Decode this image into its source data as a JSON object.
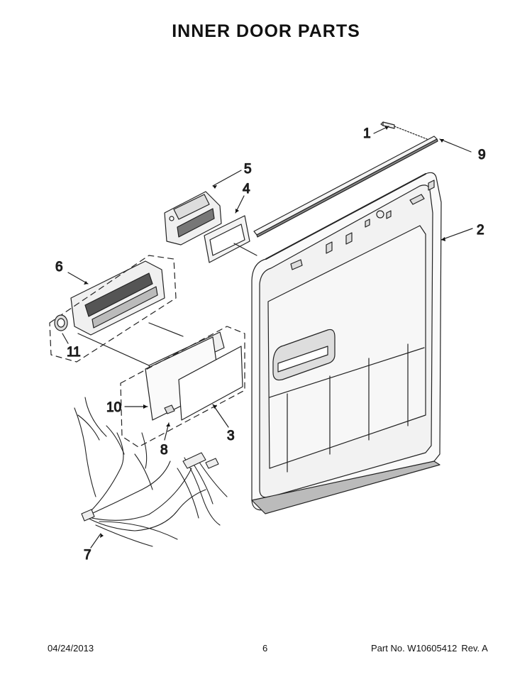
{
  "title": "INNER DOOR PARTS",
  "callouts": [
    {
      "id": "1",
      "label": "1"
    },
    {
      "id": "2",
      "label": "2"
    },
    {
      "id": "3",
      "label": "3"
    },
    {
      "id": "4",
      "label": "4"
    },
    {
      "id": "5",
      "label": "5"
    },
    {
      "id": "6",
      "label": "6"
    },
    {
      "id": "7",
      "label": "7"
    },
    {
      "id": "8",
      "label": "8"
    },
    {
      "id": "9",
      "label": "9"
    },
    {
      "id": "10",
      "label": "10"
    },
    {
      "id": "11",
      "label": "11"
    }
  ],
  "footer": {
    "date": "04/24/2013",
    "page": "6",
    "part_no": "Part No. W10605412",
    "rev": "Rev. A"
  }
}
